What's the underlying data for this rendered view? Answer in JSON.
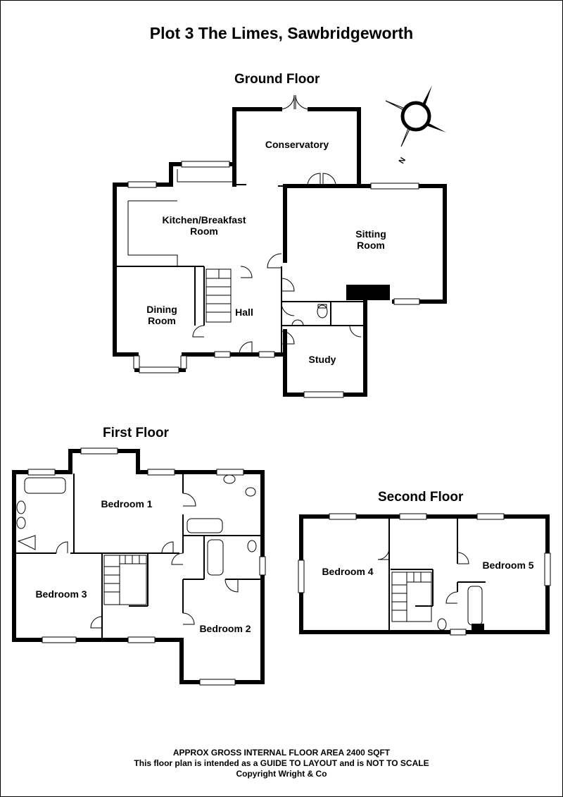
{
  "title": "Plot 3 The Limes, Sawbridgeworth",
  "floors": {
    "ground": {
      "label": "Ground Floor",
      "rooms": {
        "conservatory": "Conservatory",
        "kitchen_line1": "Kitchen/Breakfast",
        "kitchen_line2": "Room",
        "sitting_line1": "Sitting",
        "sitting_line2": "Room",
        "dining_line1": "Dining",
        "dining_line2": "Room",
        "hall": "Hall",
        "study": "Study"
      }
    },
    "first": {
      "label": "First Floor",
      "rooms": {
        "bedroom1": "Bedroom 1",
        "bedroom2": "Bedroom 2",
        "bedroom3": "Bedroom 3"
      }
    },
    "second": {
      "label": "Second Floor",
      "rooms": {
        "bedroom4": "Bedroom 4",
        "bedroom5": "Bedroom 5"
      }
    }
  },
  "compass": {
    "label": "N"
  },
  "footer": {
    "line1": "APPROX GROSS INTERNAL FLOOR AREA 2400 SQFT",
    "line2": "This floor plan is intended as a GUIDE TO LAYOUT and is NOT TO SCALE",
    "line3": "Copyright Wright & Co"
  }
}
